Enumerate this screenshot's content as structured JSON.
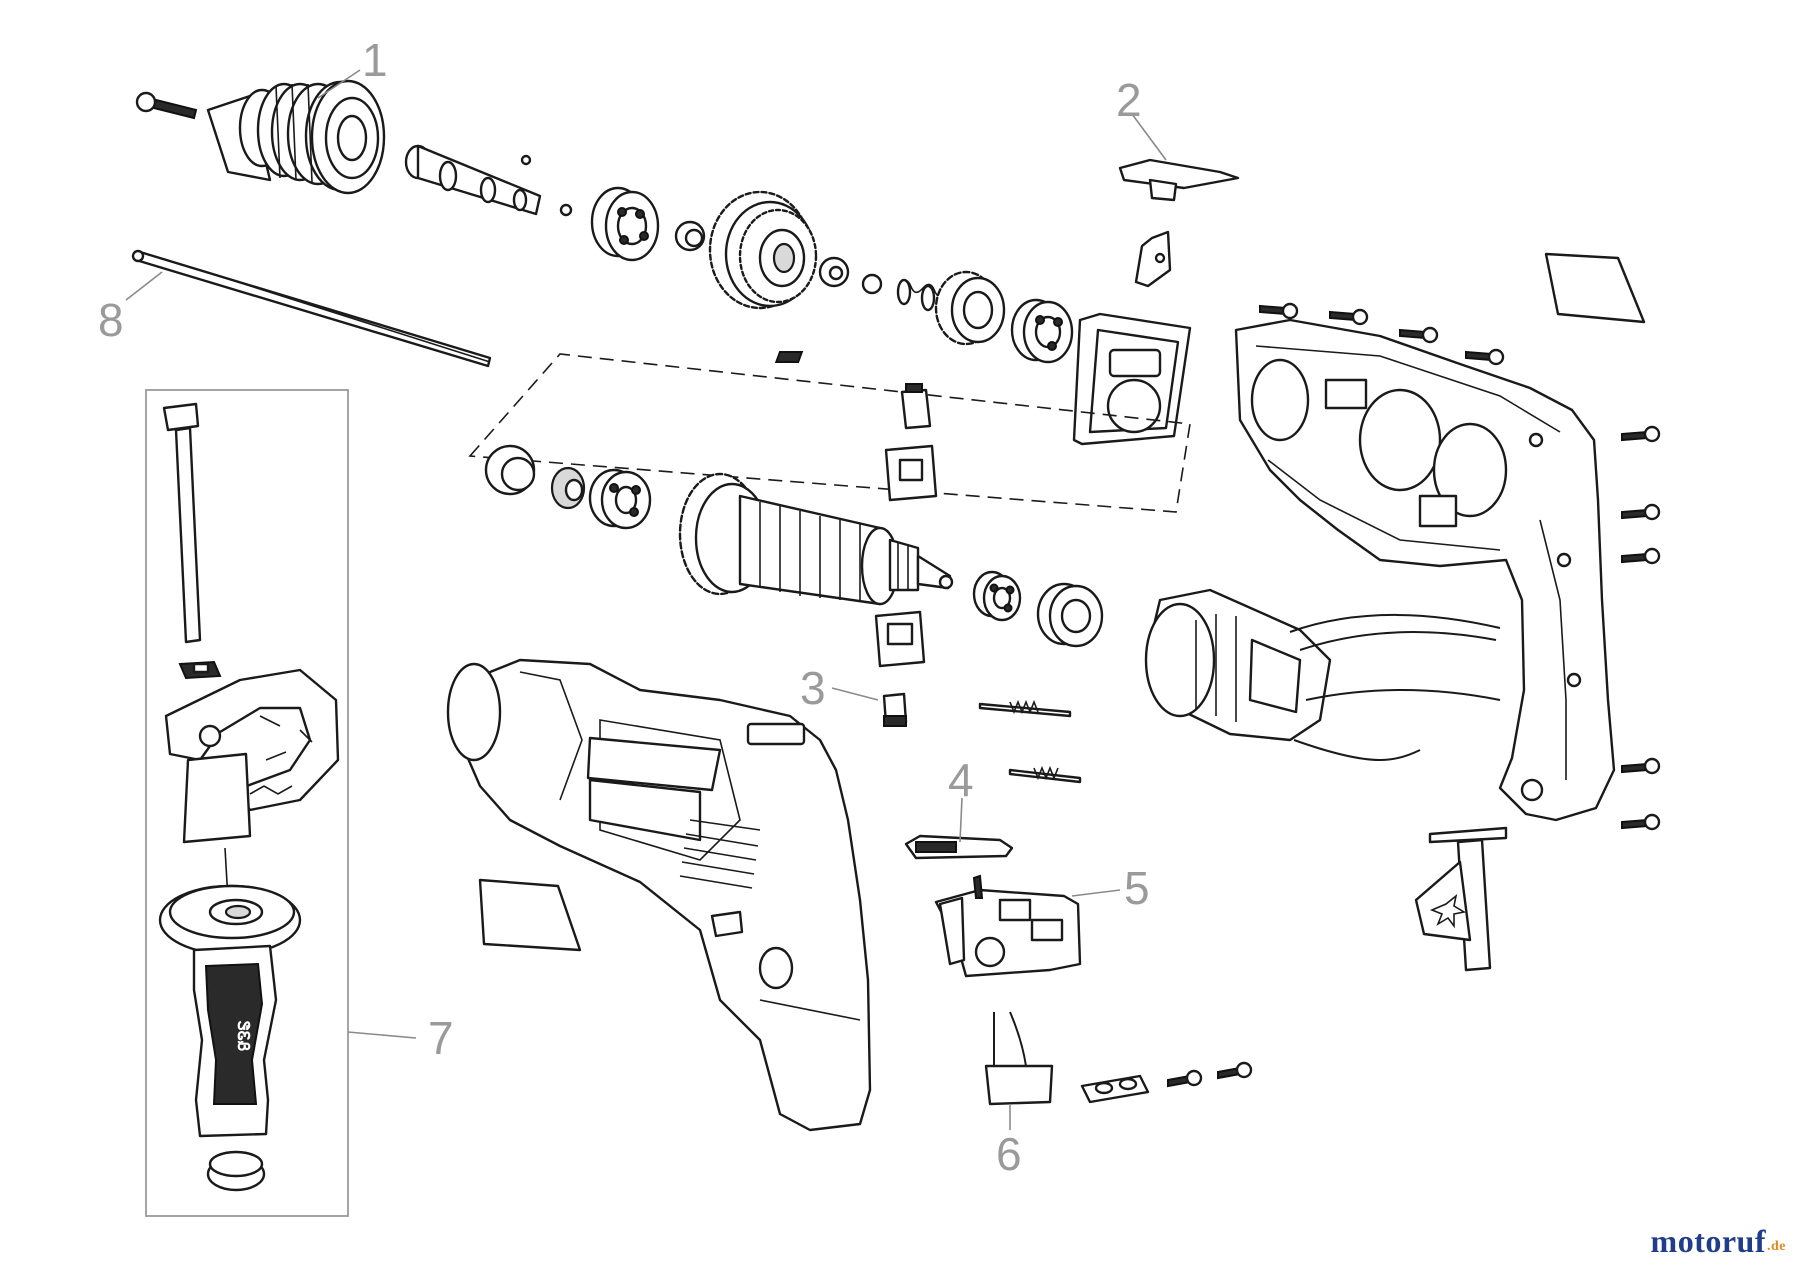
{
  "diagram": {
    "callouts": [
      {
        "id": "1",
        "label": "1"
      },
      {
        "id": "2",
        "label": "2"
      },
      {
        "id": "3",
        "label": "3"
      },
      {
        "id": "4",
        "label": "4"
      },
      {
        "id": "5",
        "label": "5"
      },
      {
        "id": "6",
        "label": "6"
      },
      {
        "id": "7",
        "label": "7"
      },
      {
        "id": "8",
        "label": "8"
      }
    ],
    "handle_logo_text": "ᏕᏋᏰ"
  },
  "watermark": {
    "brand": "motoruf",
    "tld": ".de"
  },
  "colors": {
    "callout": "#9a9a9a",
    "line": "#1a1a1a",
    "brand_main": "#1f3d8a",
    "brand_tld": "#e08a1e"
  }
}
